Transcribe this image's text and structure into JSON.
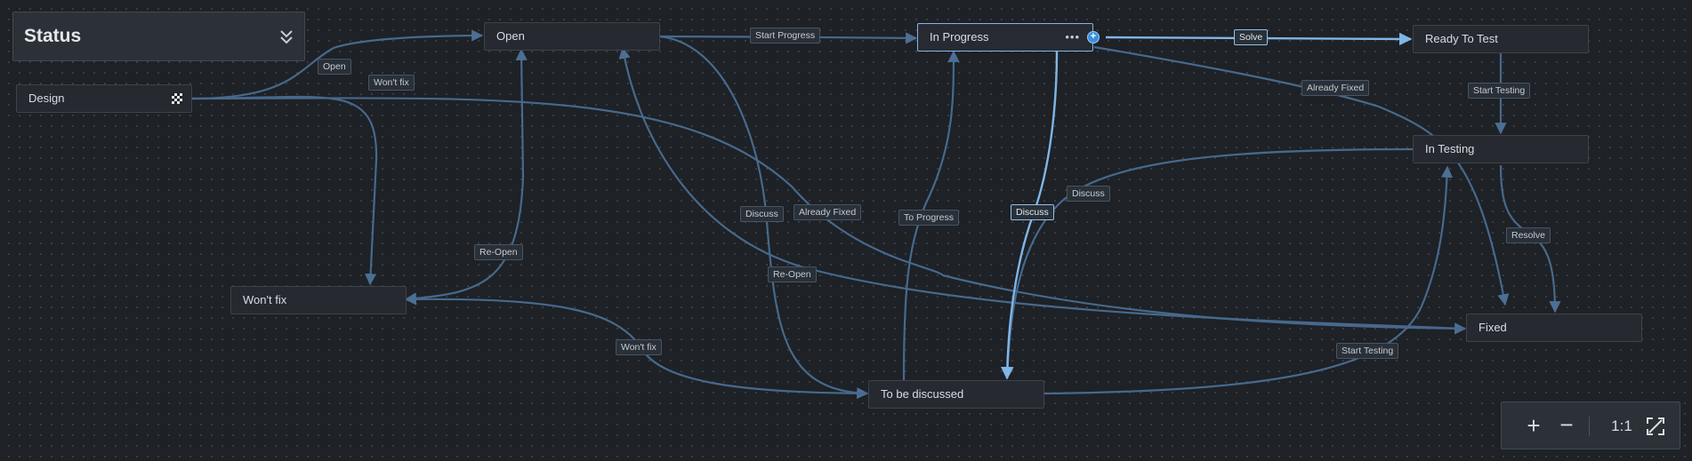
{
  "status_panel": {
    "title": "Status"
  },
  "nodes": {
    "design": "Design",
    "open": "Open",
    "in_progress": "In Progress",
    "ready_to_test": "Ready To Test",
    "in_testing": "In Testing",
    "wont_fix": "Won't fix",
    "fixed": "Fixed",
    "to_be_discussed": "To be discussed"
  },
  "transitions": {
    "open": "Open",
    "wont_fix_from_design": "Won't fix",
    "start_progress": "Start Progress",
    "solve": "Solve",
    "already_fixed_top": "Already Fixed",
    "start_testing_top": "Start Testing",
    "discuss_from_open": "Discuss",
    "already_fixed_mid": "Already Fixed",
    "to_progress": "To Progress",
    "discuss_from_in_progress": "Discuss",
    "discuss_from_in_testing": "Discuss",
    "re_open_left": "Re-Open",
    "re_open_mid": "Re-Open",
    "wont_fix_bottom": "Won't fix",
    "resolve": "Resolve",
    "start_testing_bottom": "Start Testing"
  },
  "zoom_controls": {
    "reset_label": "1:1"
  },
  "icons": {
    "status_chevron": "double-chevron-down-icon",
    "design_flag": "checkered-flag-icon",
    "in_progress_menu": "more-horizontal-icon",
    "in_progress_handle": "add-connection-icon",
    "zoom_in": "plus-icon",
    "zoom_out": "minus-icon",
    "fit": "fit-to-screen-icon"
  },
  "colors": {
    "background": "#1e2126",
    "edge": "#4a6a8a",
    "edge_active": "#7fb6e8",
    "node_fill": "#26292f",
    "node_border": "#3d434c",
    "accent": "#3a8fe0"
  }
}
